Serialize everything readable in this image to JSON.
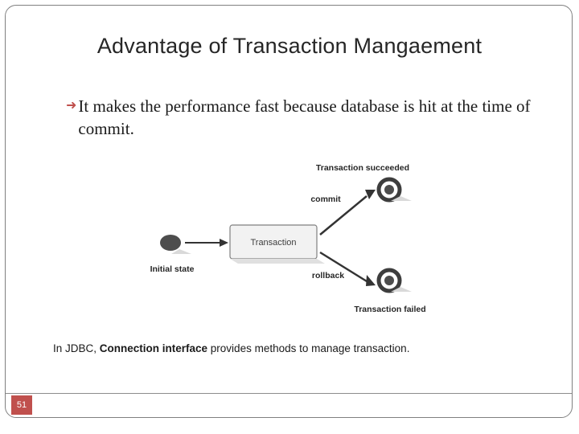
{
  "slide": {
    "title": "Advantage of Transaction Mangaement",
    "bullet": {
      "marker": "➜",
      "text": "It makes the performance fast because database is hit at the time of commit."
    },
    "footer": {
      "prefix": "In JDBC, ",
      "bold": "Connection interface",
      "suffix": " provides methods to manage transaction."
    },
    "page_number": "51",
    "accent_color": "#c0504d"
  },
  "diagram": {
    "labels": {
      "initial_state": "Initial state",
      "commit": "commit",
      "rollback": "rollback",
      "transaction_succeeded": "Transaction succeeded",
      "transaction_failed": "Transaction failed",
      "transaction_box": "Transaction"
    }
  }
}
